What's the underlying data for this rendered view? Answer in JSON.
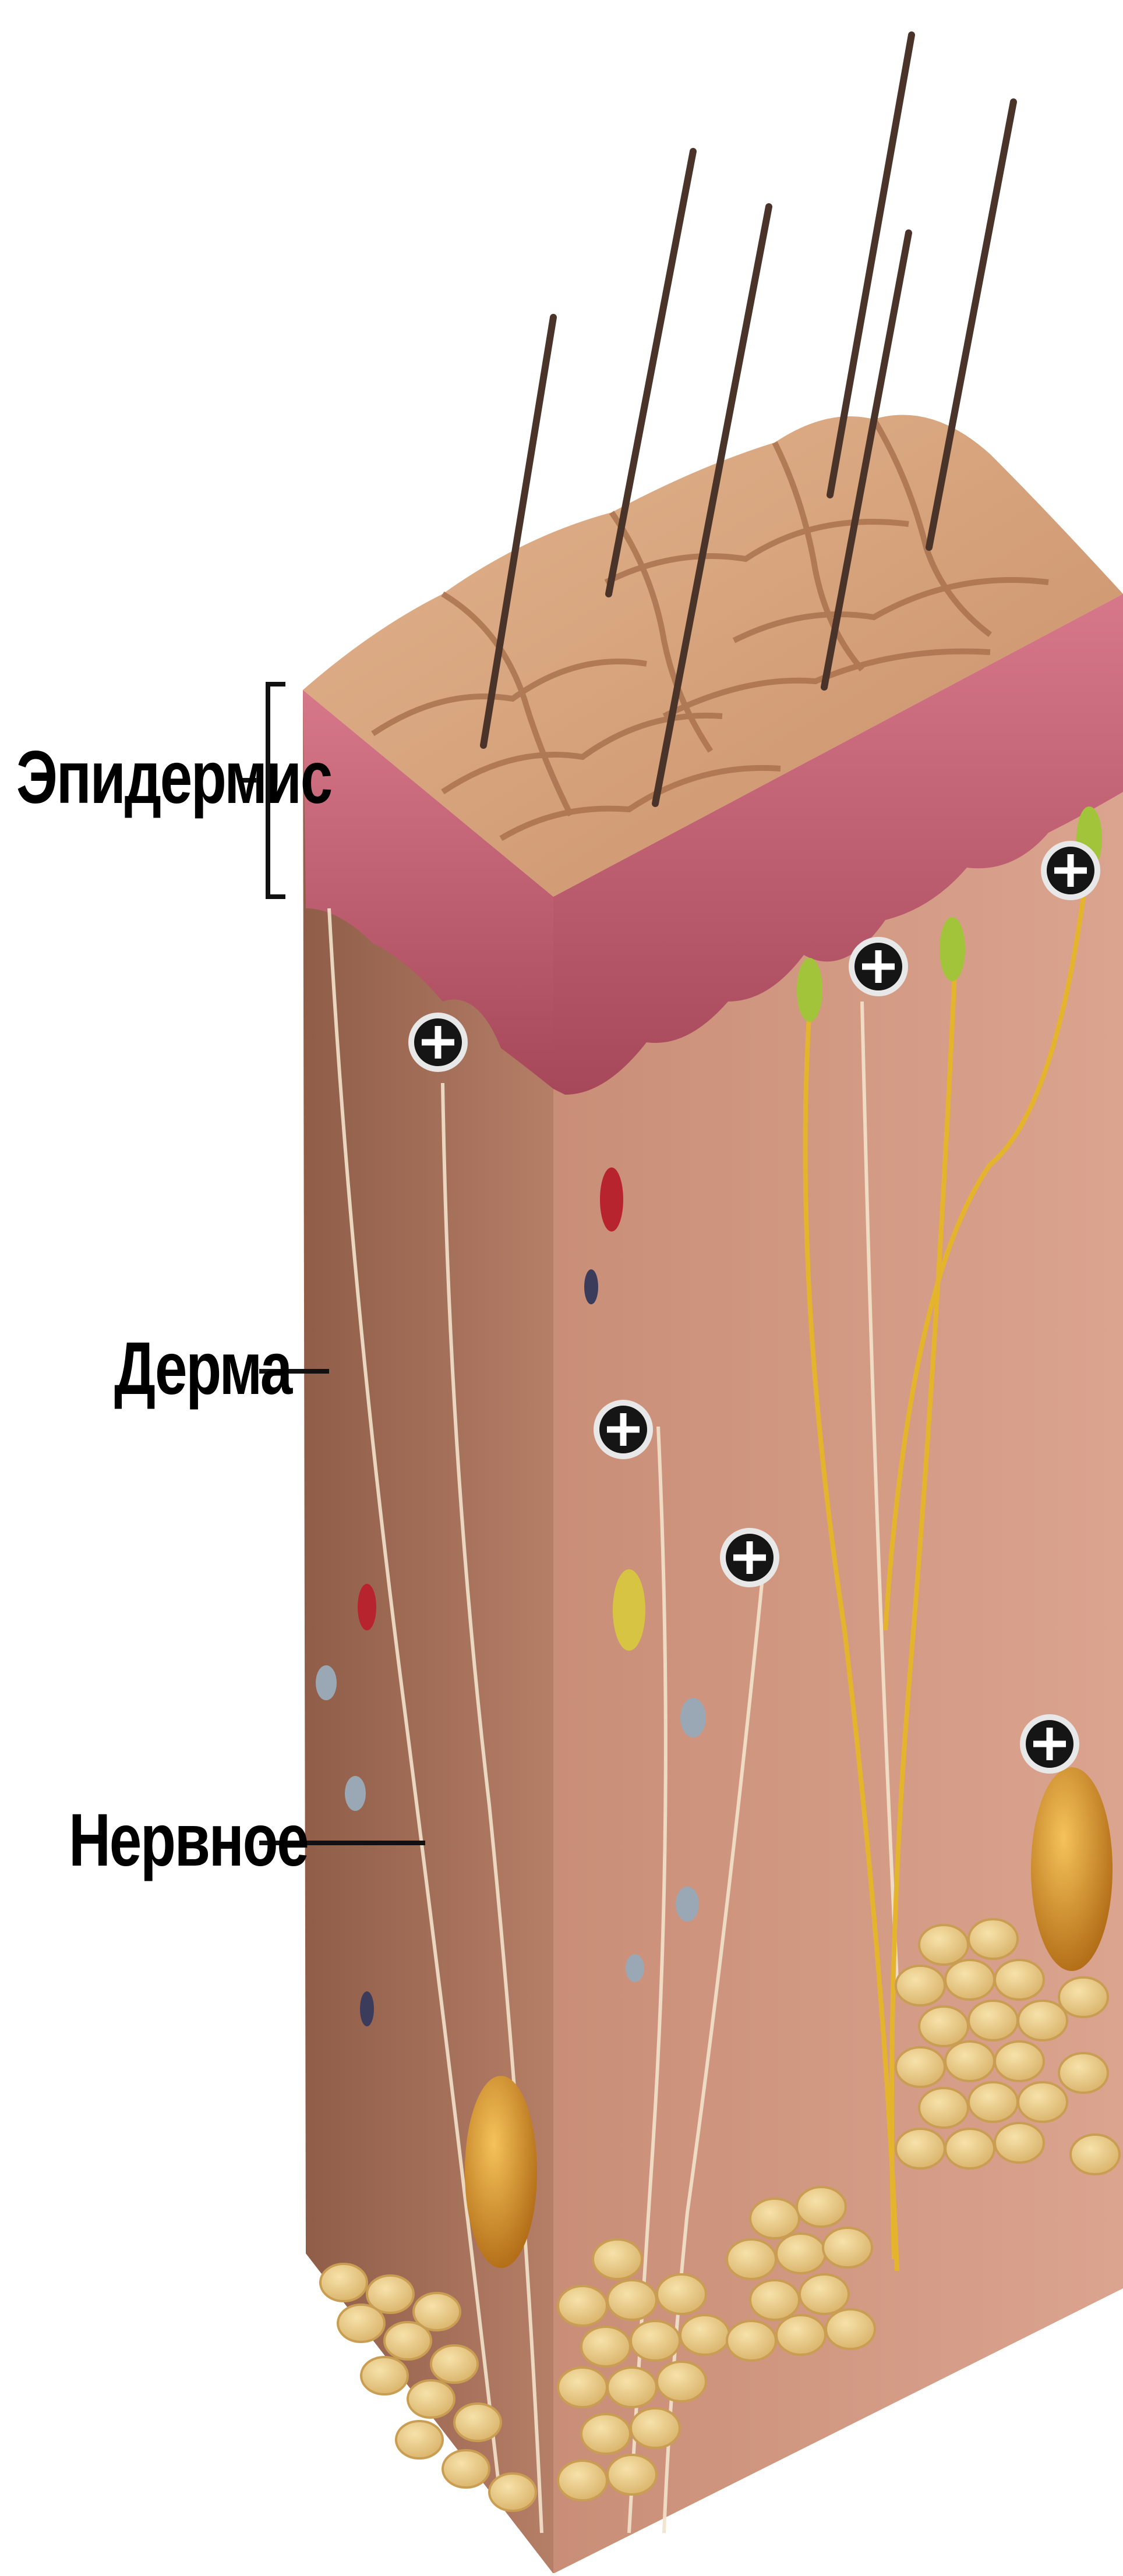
{
  "diagram": {
    "labels": {
      "epidermis": "Эпидермис",
      "dermis": "Дерма",
      "nervous": "Нервное"
    },
    "hotspots": [
      {
        "name": "hotspot-left-upper",
        "symbol": "+"
      },
      {
        "name": "hotspot-top-middle",
        "symbol": "+"
      },
      {
        "name": "hotspot-top-right",
        "symbol": "+"
      },
      {
        "name": "hotspot-mid-left",
        "symbol": "+"
      },
      {
        "name": "hotspot-mid-center",
        "symbol": "+"
      },
      {
        "name": "hotspot-lower-right",
        "symbol": "+"
      }
    ],
    "colors": {
      "skin_top": "#d9a57f",
      "skin_ridge": "#a8704c",
      "epidermis_pink": "#c95d6e",
      "dermis_side": "#a9735c",
      "dermis_front": "#d49a84",
      "fat": "#ecd08f",
      "hair": "#4a3429",
      "nerve_yellow": "#e4b52c",
      "button_fill": "#151515"
    }
  }
}
